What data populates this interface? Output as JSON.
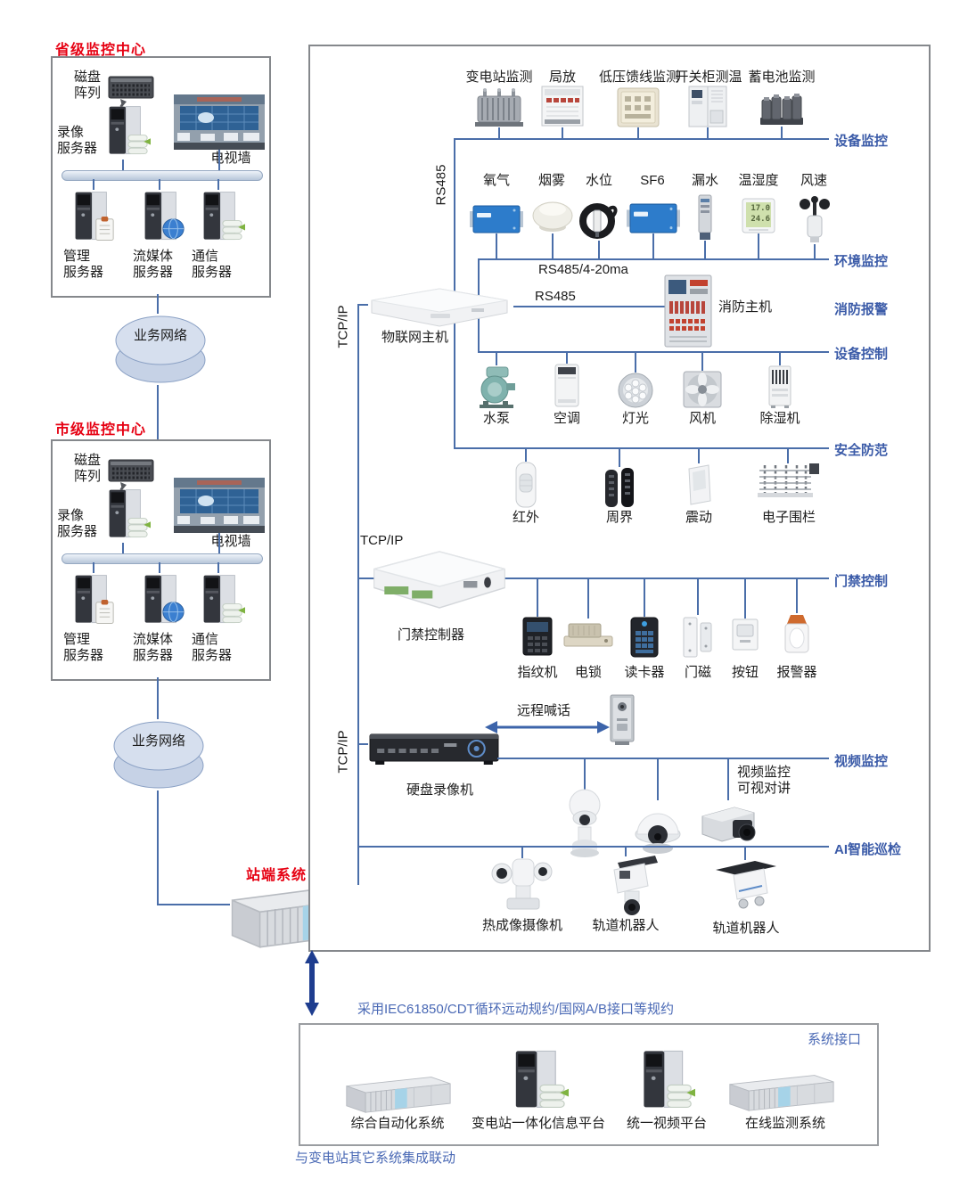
{
  "colors": {
    "line": "#4a6ea9",
    "section_label": "#3b5ba8",
    "red_label": "#e60012",
    "blue_note": "#4a69b5",
    "arrow_dark": "#1e3d8f"
  },
  "provincial": {
    "title": "省级监控中心",
    "disk_array": "磁盘\n阵列",
    "record_server": "录像\n服务器",
    "tv_wall": "电视墙",
    "servers": [
      "管理\n服务器",
      "流媒体\n服务器",
      "通信\n服务器"
    ]
  },
  "city": {
    "title": "市级监控中心",
    "disk_array": "磁盘\n阵列",
    "record_server": "录像\n服务器",
    "tv_wall": "电视墙",
    "servers": [
      "管理\n服务器",
      "流媒体\n服务器",
      "通信\n服务器"
    ]
  },
  "network_cloud": {
    "label": "业务网络"
  },
  "station": {
    "title": "站端系统"
  },
  "rightbox": {
    "sections": {
      "device_monitor": "设备监控",
      "env_monitor": "环境监控",
      "fire_alarm": "消防报警",
      "device_control": "设备控制",
      "security": "安全防范",
      "access_control": "门禁控制",
      "video_monitor": "视频监控",
      "ai_patrol": "AI智能巡检"
    },
    "bus_labels": {
      "rs485_vertical": "RS485",
      "tcpip_top": "TCP/IP",
      "tcpip_access": "TCP/IP",
      "tcpip_video": "TCP/IP",
      "env_protocol": "RS485/4-20ma",
      "fire_protocol": "RS485"
    },
    "device_monitor_row": [
      "变电站监测",
      "局放",
      "低压馈线监测",
      "开关柜测温",
      "蓄电池监测"
    ],
    "env_row": [
      "氧气",
      "烟雾",
      "水位",
      "SF6",
      "漏水",
      "温湿度",
      "风速"
    ],
    "thermo_display": {
      "temperature": "17.0",
      "humidity": "24.6"
    },
    "iot_host": "物联网主机",
    "fire_host": "消防主机",
    "control_row": [
      "水泵",
      "空调",
      "灯光",
      "风机",
      "除湿机"
    ],
    "security_row": [
      "红外",
      "周界",
      "震动",
      "电子围栏"
    ],
    "access_controller": "门禁控制器",
    "access_row": [
      "指纹机",
      "电锁",
      "读卡器",
      "门磁",
      "按钮",
      "报警器"
    ],
    "dvr": "硬盘录像机",
    "remote_shout": "远程喊话",
    "video_note": "视频监控\n可视对讲",
    "ai_row": [
      "热成像摄像机",
      "轨道机器人",
      "轨道机器人"
    ]
  },
  "bottom": {
    "protocol_note": "采用IEC61850/CDT循环远动规约/国网A/B接口等规约",
    "box_title": "系统接口",
    "systems": [
      "综合自动化系统",
      "变电站一体化信息平台",
      "统一视频平台",
      "在线监测系统"
    ],
    "footer_note": "与变电站其它系统集成联动"
  }
}
